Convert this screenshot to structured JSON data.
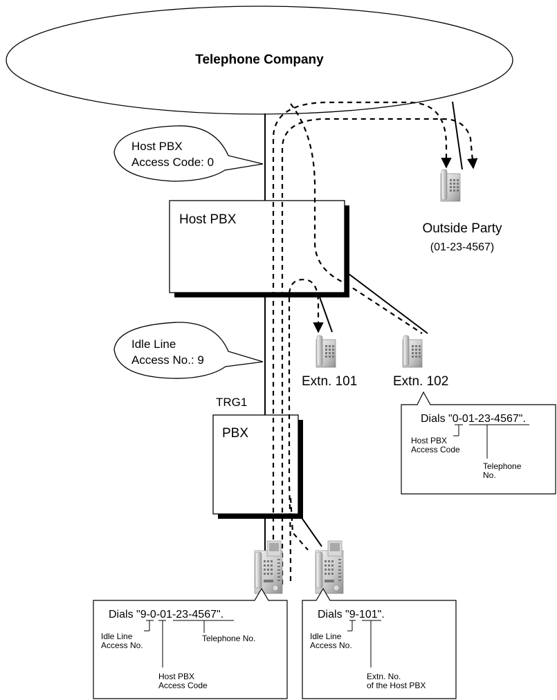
{
  "cloud": {
    "label": "Telephone Company"
  },
  "host_pbx": {
    "label": "Host PBX"
  },
  "pbx": {
    "label": "PBX"
  },
  "trunk_label": "TRG1",
  "outside_party": {
    "label": "Outside Party",
    "number": "(01-23-4567)"
  },
  "extensions": [
    {
      "label": "Extn. 101"
    },
    {
      "label": "Extn. 102"
    }
  ],
  "bubbles": {
    "host_access": {
      "line1": "Host PBX",
      "line2": "Access Code: 0"
    },
    "idle_line": {
      "line1": "Idle Line",
      "line2": "Access No.: 9"
    }
  },
  "callout_ext102": {
    "prefix": "Dials \"",
    "part1": "0",
    "sep": "-",
    "part2": "01-23-4567",
    "suffix": "\".",
    "annot1_line1": "Host PBX",
    "annot1_line2": "Access Code",
    "annot2_line1": "Telephone",
    "annot2_line2": "No."
  },
  "callout_left": {
    "prefix": "Dials \"",
    "part1": "9",
    "sep1": "-",
    "part2": "0",
    "sep2": "-",
    "part3": "01-23-4567",
    "suffix": "\".",
    "annot1_line1": "Idle Line",
    "annot1_line2": "Access No.",
    "annot2_line1": "Host PBX",
    "annot2_line2": "Access Code",
    "annot3": "Telephone No."
  },
  "callout_right": {
    "prefix": "Dials \"",
    "part1": "9",
    "sep": "-",
    "part2": "101",
    "suffix": "\".",
    "annot1_line1": "Idle Line",
    "annot1_line2": "Access No.",
    "annot2_line1": "Extn. No.",
    "annot2_line2": "of the Host PBX"
  }
}
